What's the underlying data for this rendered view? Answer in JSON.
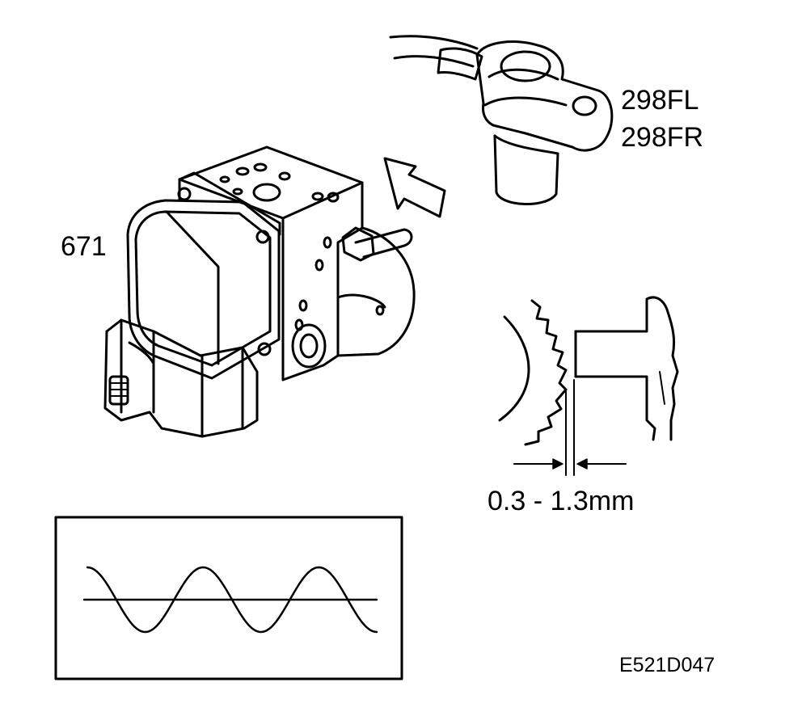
{
  "labels": {
    "abs_unit_ref": "671",
    "sensor_ref_left": "298FL",
    "sensor_ref_right": "298FR",
    "air_gap": "0.3 - 1.3mm",
    "figure_code": "E521D047"
  },
  "colors": {
    "ink": "#000000",
    "paper": "#ffffff"
  },
  "icons": {
    "direction_arrow": "arrow-icon"
  }
}
